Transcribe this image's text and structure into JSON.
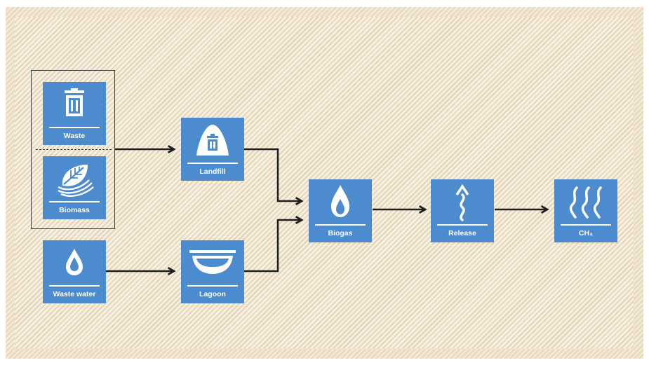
{
  "diagram": {
    "colors": {
      "node_fill": "#4b8bce",
      "icon": "#ffffff",
      "connector": "#1e1e1e",
      "background": "#f6efe0",
      "frame": "#e9dcc0"
    },
    "nodes": [
      {
        "id": "waste",
        "label": "Waste",
        "icon": "trash-bin-icon"
      },
      {
        "id": "biomass",
        "label": "Biomass",
        "icon": "leaf-icon"
      },
      {
        "id": "waste_water",
        "label": "Waste water",
        "icon": "water-drop-icon"
      },
      {
        "id": "landfill",
        "label": "Landfill",
        "icon": "landfill-mound-icon"
      },
      {
        "id": "lagoon",
        "label": "Lagoon",
        "icon": "lagoon-basin-icon"
      },
      {
        "id": "biogas",
        "label": "Biogas",
        "icon": "flame-icon"
      },
      {
        "id": "release",
        "label": "Release",
        "icon": "wavy-up-arrow-icon"
      },
      {
        "id": "ch4",
        "label": "CH₄",
        "icon": "heat-waves-icon"
      }
    ],
    "edges": [
      {
        "from": "waste",
        "to": "landfill"
      },
      {
        "from": "biomass",
        "to": "landfill"
      },
      {
        "from": "waste_water",
        "to": "lagoon"
      },
      {
        "from": "landfill",
        "to": "biogas"
      },
      {
        "from": "lagoon",
        "to": "biogas"
      },
      {
        "from": "biogas",
        "to": "release"
      },
      {
        "from": "release",
        "to": "ch4"
      }
    ]
  }
}
